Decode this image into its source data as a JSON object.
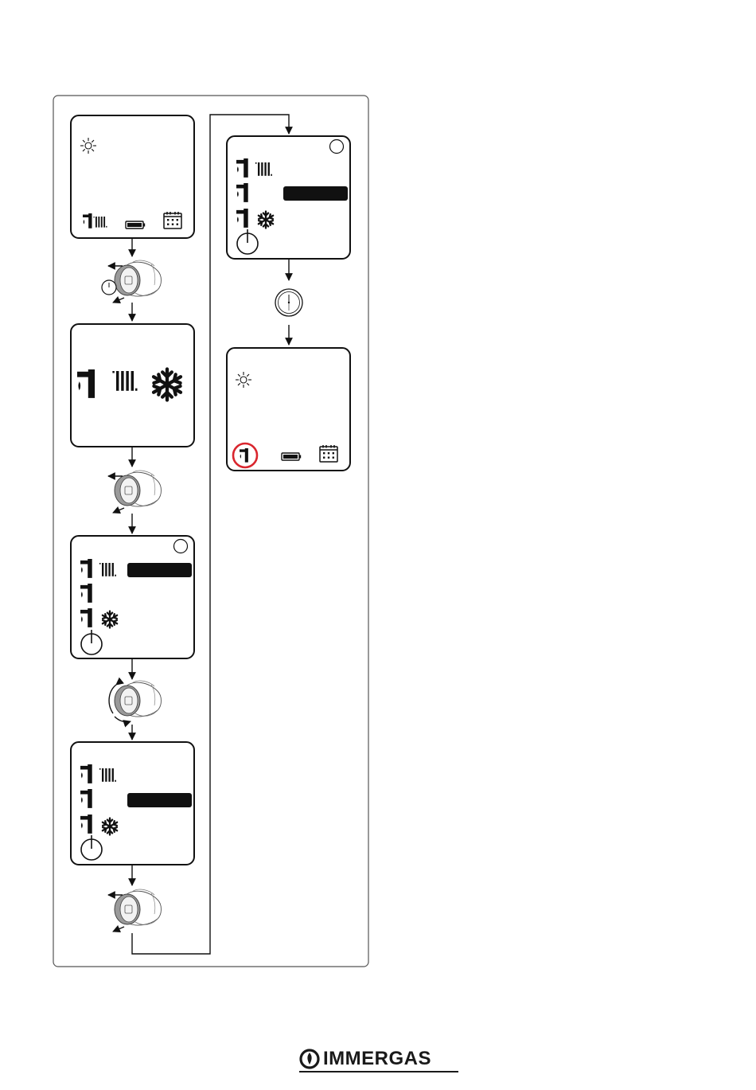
{
  "brand": {
    "name": "IMMERGAS"
  },
  "colors": {
    "frame": "#555555",
    "ink": "#111111",
    "highlight_circle": "#d9262e",
    "knob_grey": "#9a9a9a"
  },
  "icons": [
    "sun-icon",
    "tap-icon",
    "radiator-icon",
    "snowflake-icon",
    "battery-icon",
    "calendar-icon",
    "power-icon",
    "clock-icon",
    "knob-press-icon",
    "knob-rotate-icon",
    "selection-bar",
    "indicator-circle"
  ]
}
